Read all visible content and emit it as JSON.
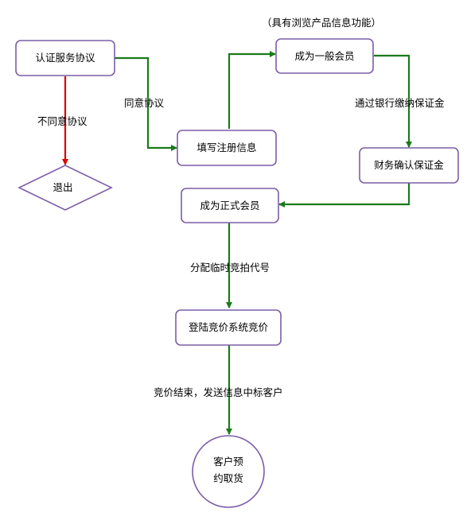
{
  "nodes": {
    "agreement": "认证服务协议",
    "exit": "退出",
    "register": "填写注册信息",
    "general_member": "成为一般会员",
    "general_member_note": "（具有浏览产品信息功能）",
    "finance_confirm": "财务确认保证金",
    "formal_member": "成为正式会员",
    "login_bidding": "登陆竞价系统竞价",
    "customer_line1": "客户预",
    "customer_line2": "约取货"
  },
  "edges": {
    "agree": "同意协议",
    "disagree": "不同意协议",
    "pay_deposit": "通过银行缴纳保证金",
    "assign_code": "分配临时竞拍代号",
    "bid_end": "竞价结束，发送信息中标客户"
  },
  "colors": {
    "node_border": "#7b5ea7",
    "flow_arrow": "#1a7a1a",
    "reject_arrow": "#dd0000"
  }
}
